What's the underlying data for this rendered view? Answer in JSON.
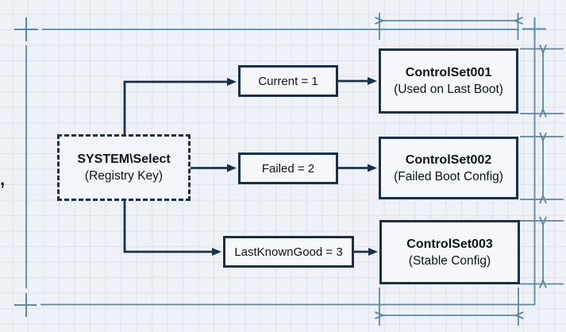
{
  "diagram": {
    "source_key": {
      "title": "SYSTEM\\Select",
      "subtitle": "(Registry Key)"
    },
    "values": [
      {
        "label": "Current = 1"
      },
      {
        "label": "Failed = 2"
      },
      {
        "label": "LastKnownGood = 3"
      }
    ],
    "control_sets": [
      {
        "title": "ControlSet001",
        "subtitle": "(Used on Last Boot)"
      },
      {
        "title": "ControlSet002",
        "subtitle": "(Failed Boot Config)"
      },
      {
        "title": "ControlSet003",
        "subtitle": "(Stable Config)"
      }
    ],
    "stray_mark": ",",
    "colors": {
      "paper": "#eef1f5",
      "grid_line": "#dde4ee",
      "box_border": "#17304d",
      "connector_arrow": "#17304d",
      "dimension_line": "#5b87aa",
      "text": "#0d1420"
    }
  }
}
